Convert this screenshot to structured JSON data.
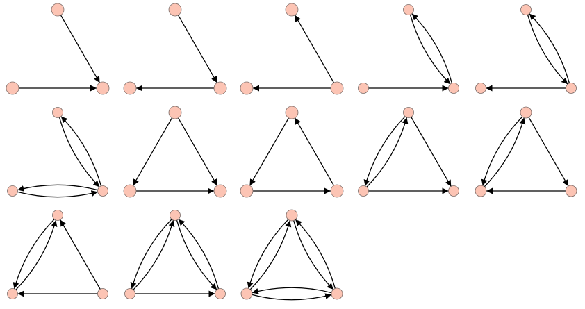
{
  "node_fill": "#fcc4b4",
  "node_stroke": "#7a6a66",
  "edge_color": "#000000",
  "node_labels": [
    "top",
    "left",
    "right"
  ],
  "panels": [
    {
      "edges": [
        [
          "top",
          "right"
        ],
        [
          "left",
          "right"
        ]
      ]
    },
    {
      "edges": [
        [
          "top",
          "right"
        ],
        [
          "right",
          "left"
        ]
      ]
    },
    {
      "edges": [
        [
          "right",
          "top"
        ],
        [
          "right",
          "left"
        ]
      ]
    },
    {
      "edges": [
        [
          "top",
          "right"
        ],
        [
          "right",
          "top"
        ],
        [
          "left",
          "right"
        ]
      ]
    },
    {
      "edges": [
        [
          "top",
          "right"
        ],
        [
          "right",
          "top"
        ],
        [
          "right",
          "left"
        ]
      ]
    },
    {
      "edges": [
        [
          "top",
          "right"
        ],
        [
          "right",
          "top"
        ],
        [
          "left",
          "right"
        ],
        [
          "right",
          "left"
        ]
      ]
    },
    {
      "edges": [
        [
          "top",
          "left"
        ],
        [
          "top",
          "right"
        ],
        [
          "left",
          "right"
        ]
      ]
    },
    {
      "edges": [
        [
          "top",
          "left"
        ],
        [
          "right",
          "top"
        ],
        [
          "left",
          "right"
        ]
      ]
    },
    {
      "edges": [
        [
          "top",
          "left"
        ],
        [
          "left",
          "top"
        ],
        [
          "top",
          "right"
        ],
        [
          "left",
          "right"
        ]
      ]
    },
    {
      "edges": [
        [
          "top",
          "left"
        ],
        [
          "left",
          "top"
        ],
        [
          "top",
          "right"
        ],
        [
          "right",
          "left"
        ]
      ]
    },
    {
      "edges": [
        [
          "top",
          "left"
        ],
        [
          "left",
          "top"
        ],
        [
          "right",
          "top"
        ],
        [
          "right",
          "left"
        ]
      ]
    },
    {
      "edges": [
        [
          "top",
          "left"
        ],
        [
          "left",
          "top"
        ],
        [
          "top",
          "right"
        ],
        [
          "right",
          "top"
        ],
        [
          "left",
          "right"
        ]
      ]
    },
    {
      "edges": [
        [
          "top",
          "left"
        ],
        [
          "left",
          "top"
        ],
        [
          "top",
          "right"
        ],
        [
          "right",
          "top"
        ],
        [
          "left",
          "right"
        ],
        [
          "right",
          "left"
        ]
      ]
    }
  ]
}
